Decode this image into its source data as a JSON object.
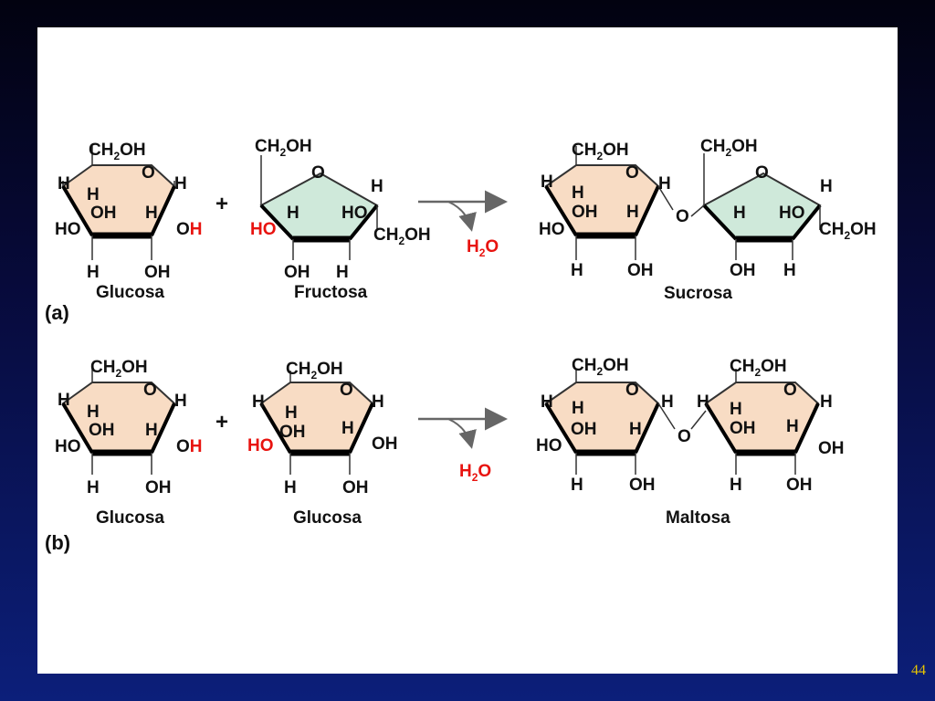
{
  "page_number": "44",
  "colors": {
    "glucose_ring": "#f8dcc4",
    "fructose_ring": "#cfe9da",
    "highlight": "#e8130f",
    "text": "#111111",
    "slide_bg": "#ffffff"
  },
  "labels": {
    "ch2oh": "CH2OH",
    "o": "O",
    "h": "H",
    "oh": "OH",
    "ho": "HO",
    "h2o": "H2O",
    "plus": "+"
  },
  "panel_a": {
    "label": "(a)",
    "reactant1": "Glucosa",
    "reactant2": "Fructosa",
    "product": "Sucrosa"
  },
  "panel_b": {
    "label": "(b)",
    "reactant1": "Glucosa",
    "reactant2": "Glucosa",
    "product": "Maltosa"
  }
}
